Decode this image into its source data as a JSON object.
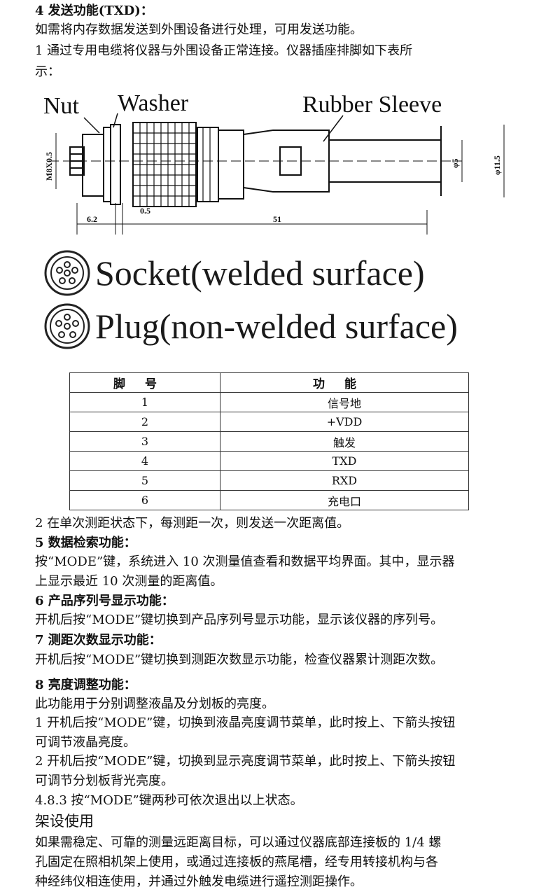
{
  "sections": [
    {
      "id": "s4-title",
      "text": "4 发送功能(TXD)：",
      "bold": true
    },
    {
      "id": "s4-p1",
      "text": "如需将内存数据发送到外围设备进行处理，可用发送功能。"
    },
    {
      "id": "s4-p2a",
      "text": "1  通过专用电缆将仪器与外围设备正常连接。仪器插座排脚如下表所"
    },
    {
      "id": "s4-p2b",
      "text": "示："
    }
  ],
  "drawing": {
    "labels": {
      "nut": "Nut",
      "washer": "Washer",
      "sleeve": "Rubber Sleeve"
    },
    "dims": {
      "thread": "M8X0.5",
      "d5": "φ5",
      "d11": "φ11.5",
      "len62": "6.2",
      "len05": "0.5",
      "len51": "51"
    }
  },
  "connectors": {
    "socket": "Socket(welded surface)",
    "plug": "Plug(non-welded surface)"
  },
  "pin_table": {
    "headers": [
      "脚号",
      "功能"
    ],
    "rows": [
      {
        "pin": "1",
        "func": "信号地"
      },
      {
        "pin": "2",
        "func": "+VDD"
      },
      {
        "pin": "3",
        "func": "触发"
      },
      {
        "pin": "4",
        "func": "TXD"
      },
      {
        "pin": "5",
        "func": "RXD"
      },
      {
        "pin": "6",
        "func": "充电口"
      }
    ]
  },
  "after": {
    "s4-p3": "2 在单次测距状态下，每测距一次，则发送一次距离值。",
    "s5-title": "5 数据检索功能：",
    "s5-p1a": "按“MODE”键，系统进入 10 次测量值查看和数据平均界面。其中，显示器",
    "s5-p1b": "上显示最近 10 次测量的距离值。",
    "s6-title": "6 产品序列号显示功能：",
    "s6-p1": "开机后按“MODE”键切换到产品序列号显示功能，显示该仪器的序列号。",
    "s7-title": "7 测距次数显示功能：",
    "s7-p1": "开机后按“MODE”键切换到测距次数显示功能，检查仪器累计测距次数。",
    "s8-title": "8 亮度调整功能：",
    "s8-p1": "此功能用于分别调整液晶及分划板的亮度。",
    "s8-p2a": "1  开机后按“MODE”键，切换到液晶亮度调节菜单，此时按上、下箭头按钮",
    "s8-p2b": "可调节液晶亮度。",
    "s8-p3a": "2  开机后按“MODE”键，切换到显示亮度调节菜单，此时按上、下箭头按钮",
    "s8-p3b": "可调节分划板背光亮度。",
    "s8-p4": "4.8.3 按“MODE”键两秒可依次退出以上状态。",
    "mount-title": "架设使用",
    "mount-p1a": "如果需稳定、可靠的测量远距离目标，可以通过仪器底部连接板的  1/4  螺",
    "mount-p1b": "孔固定在照相机架上使用，或通过连接板的燕尾槽，经专用转接机构与各",
    "mount-p1c": "种经纬仪相连使用，并通过外触发电缆进行遥控测距操作。"
  }
}
